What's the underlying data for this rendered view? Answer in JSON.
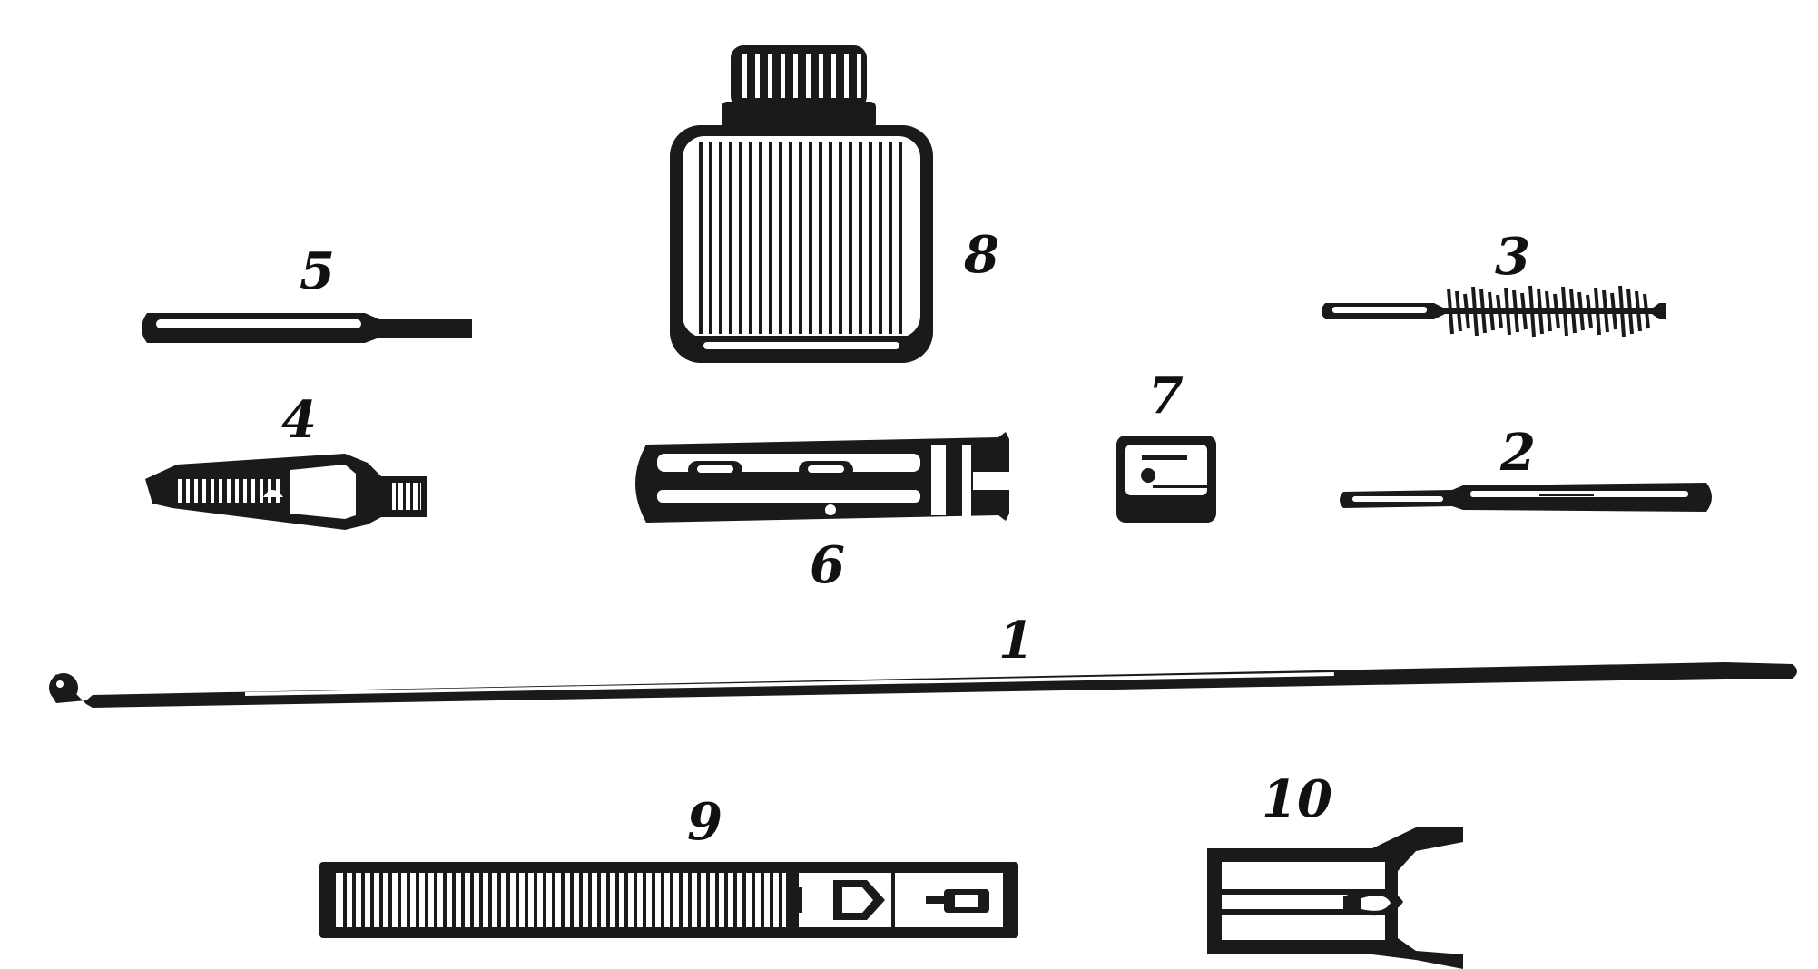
{
  "figure": {
    "parts": [
      {
        "id": "rod",
        "label": "1"
      },
      {
        "id": "jag",
        "label": "2"
      },
      {
        "id": "brush",
        "label": "3"
      },
      {
        "id": "screwdriver",
        "label": "4"
      },
      {
        "id": "drift",
        "label": "5"
      },
      {
        "id": "case",
        "label": "6"
      },
      {
        "id": "cap",
        "label": "7"
      },
      {
        "id": "oiler",
        "label": "8"
      },
      {
        "id": "sheath",
        "label": "9"
      },
      {
        "id": "front-sight-tool",
        "label": "10"
      }
    ]
  },
  "colors": {
    "ink": "#1a1a1a",
    "paper": "#ffffff"
  }
}
